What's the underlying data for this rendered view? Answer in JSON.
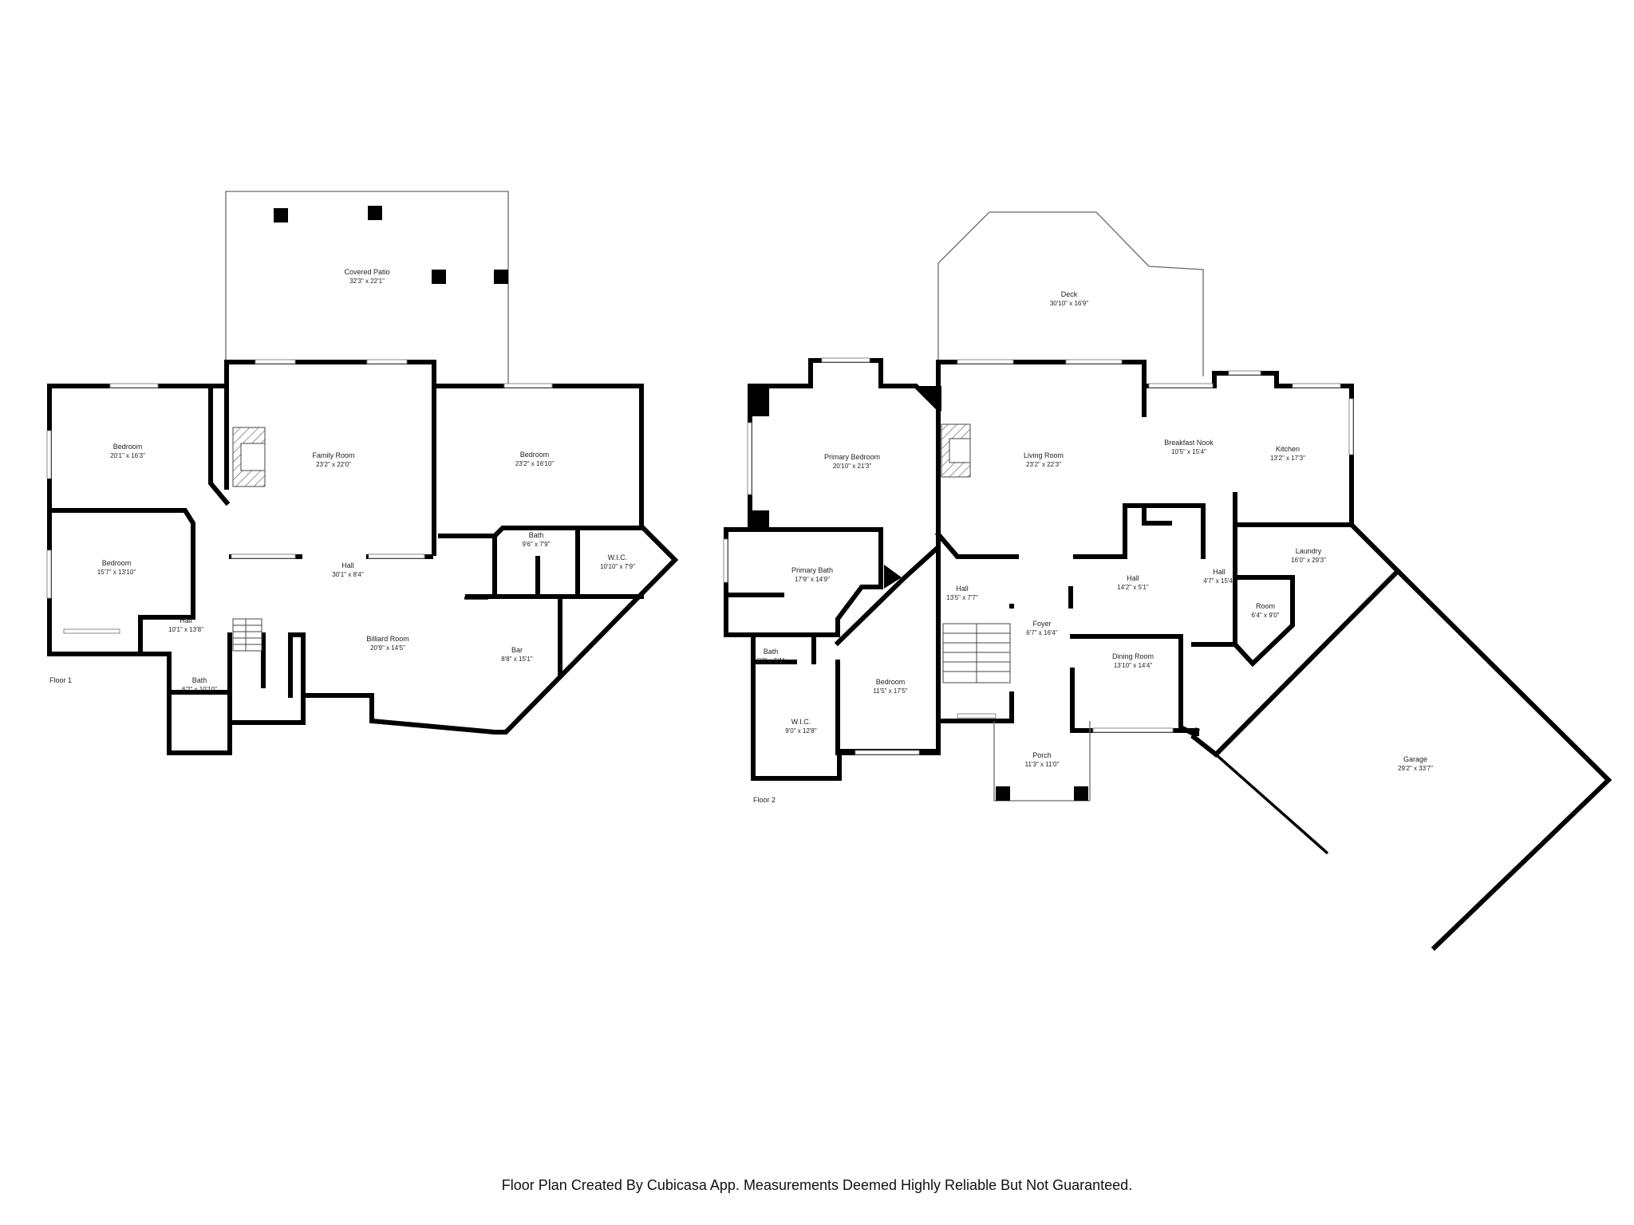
{
  "footer": "Floor Plan Created By Cubicasa App. Measurements Deemed Highly Reliable But Not Guaranteed.",
  "floors": [
    {
      "label": "Floor 1",
      "rooms": [
        {
          "name": "Covered Patio",
          "dim": "32'3\" x 22'1\""
        },
        {
          "name": "Bedroom",
          "dim": "20'1\" x 16'3\""
        },
        {
          "name": "Family Room",
          "dim": "23'2\" x 22'0\""
        },
        {
          "name": "Bedroom",
          "dim": "23'2\" x 16'10\""
        },
        {
          "name": "Bedroom",
          "dim": "15'7\" x 13'10\""
        },
        {
          "name": "Bath",
          "dim": "9'6\" x 7'9\""
        },
        {
          "name": "W.I.C.",
          "dim": "10'10\" x 7'9\""
        },
        {
          "name": "Hall",
          "dim": "30'1\" x 8'4\""
        },
        {
          "name": "Hall",
          "dim": "10'1\" x 13'8\""
        },
        {
          "name": "Billiard Room",
          "dim": "20'9\" x 14'5\""
        },
        {
          "name": "Bar",
          "dim": "8'8\" x 15'1\""
        },
        {
          "name": "Bath",
          "dim": "6'2\" x 10'10\""
        }
      ]
    },
    {
      "label": "Floor 2",
      "rooms": [
        {
          "name": "Deck",
          "dim": "30'10\" x 16'9\""
        },
        {
          "name": "Primary Bedroom",
          "dim": "20'10\" x 21'3\""
        },
        {
          "name": "Living Room",
          "dim": "23'2\" x 22'3\""
        },
        {
          "name": "Breakfast Nook",
          "dim": "10'5\" x 15'4\""
        },
        {
          "name": "Kitchen",
          "dim": "13'2\" x 17'3\""
        },
        {
          "name": "Laundry",
          "dim": "16'0\" x 29'3\""
        },
        {
          "name": "Primary Bath",
          "dim": "17'9\" x 14'9\""
        },
        {
          "name": "Hall",
          "dim": "13'5\" x 7'7\""
        },
        {
          "name": "Hall",
          "dim": "14'2\" x 5'1\""
        },
        {
          "name": "Hall",
          "dim": "4'7\" x 15'4\""
        },
        {
          "name": "Room",
          "dim": "6'4\" x 9'0\""
        },
        {
          "name": "Foyer",
          "dim": "6'7\" x 16'4\""
        },
        {
          "name": "Bath",
          "dim": "6'2\" x 5'1\""
        },
        {
          "name": "Dining Room",
          "dim": "13'10\" x 14'4\""
        },
        {
          "name": "Bedroom",
          "dim": "11'5\" x 17'5\""
        },
        {
          "name": "W.I.C.",
          "dim": "9'0\" x 12'8\""
        },
        {
          "name": "Porch",
          "dim": "11'3\" x 11'0\""
        },
        {
          "name": "Garage",
          "dim": "29'2\" x 33'7\""
        }
      ]
    }
  ]
}
